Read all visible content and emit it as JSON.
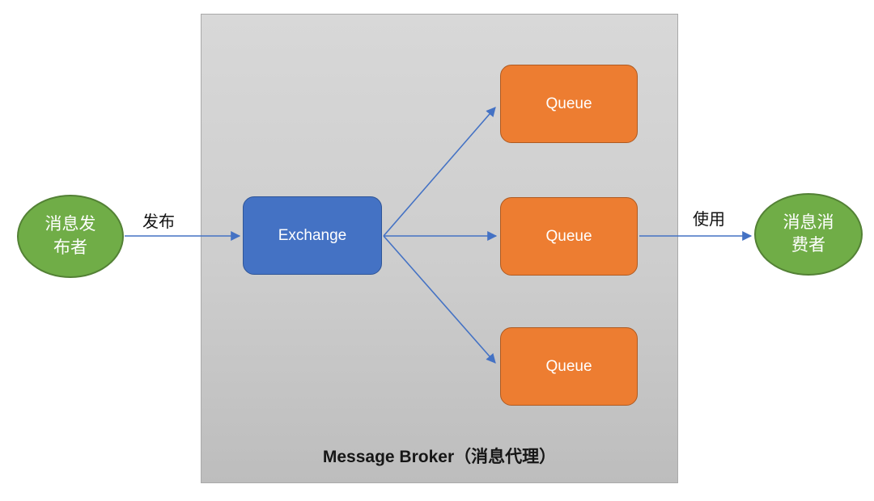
{
  "diagram": {
    "publisher": {
      "label": "消息发\n布者"
    },
    "consumer": {
      "label": "消息消\n费者"
    },
    "exchange": {
      "label": "Exchange"
    },
    "queues": [
      {
        "label": "Queue"
      },
      {
        "label": "Queue"
      },
      {
        "label": "Queue"
      }
    ],
    "edges": {
      "publish_label": "发布",
      "consume_label": "使用"
    },
    "broker": {
      "title": "Message Broker（消息代理）"
    },
    "colors": {
      "node_green": "#70AD47",
      "node_green_border": "#538135",
      "node_blue": "#4472C4",
      "node_blue_border": "#2F5597",
      "node_orange": "#ED7D31",
      "node_orange_border": "#AE5A21",
      "arrow": "#4472C4",
      "broker_background_top": "#D8D8D8",
      "broker_background_bottom": "#BDBDBD",
      "broker_border": "#A9A9A9",
      "label_text": "#111111",
      "node_text": "#FFFFFF"
    }
  }
}
